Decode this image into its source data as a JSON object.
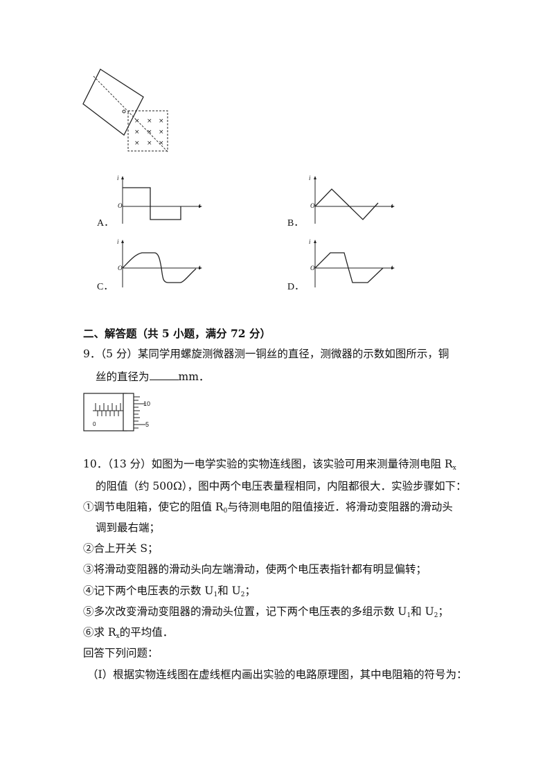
{
  "options": {
    "a": "A．",
    "b": "B．",
    "c": "C．",
    "d": "D．",
    "axis_i": "i",
    "axis_t": "t",
    "axis_o": "O"
  },
  "section": {
    "heading": "二、解答题（共 5 小题，满分 72 分）"
  },
  "q9": {
    "line1": "9．（5 分）某同学用螺旋测微器测一铜丝的直径，测微器的示数如图所示，铜",
    "line2_pre": "丝的直径为",
    "line2_post": "mm．",
    "scale_top": "10",
    "scale_bottom": "5",
    "scale_zero": "0"
  },
  "q10": {
    "line1": "10．（13 分）如图为一电学实验的实物连线图，该实验可用来测量待测电阻 R",
    "line1_sub": "x",
    "line2": "的阻值（约 500Ω），图中两个电压表量程相同，内阻都很大．实验步骤如下：",
    "step1a_pre": "①调节电阻箱，使它的阻值 R",
    "step1a_sub": "0",
    "step1a_post": "与待测电阻的阻值接近．将滑动变阻器的滑动头",
    "step1b": "调到最右端；",
    "step2": "②合上开关 S；",
    "step3": "③将滑动变阻器的滑动头向左端滑动，使两个电压表指针都有明显偏转；",
    "step4_pre": "④记下两个电压表的示数 U",
    "step4_sub1": "1",
    "step4_mid": "和 U",
    "step4_sub2": "2",
    "step4_post": "；",
    "step5_pre": "⑤多次改变滑动变阻器的滑动头位置，记下两个电压表的多组示数 U",
    "step5_sub1": "1",
    "step5_mid": "和 U",
    "step5_sub2": "2",
    "step5_post": "；",
    "step6_pre": "⑥求 R",
    "step6_sub": "x",
    "step6_post": "的平均值．",
    "answer_intro": "回答下列问题：",
    "part1": "（Ⅰ）根据实物连线图在虚线框内画出实验的电路原理图，其中电阻箱的符号为："
  }
}
